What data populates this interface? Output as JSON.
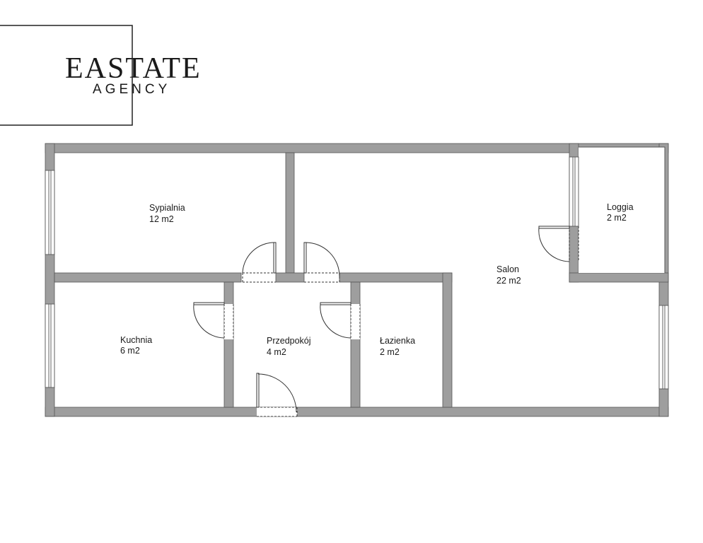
{
  "logo": {
    "name": "EASTATE",
    "subtitle": "AGENCY"
  },
  "rooms": [
    {
      "id": "sypialnia",
      "name": "Sypialnia",
      "area": "12 m2"
    },
    {
      "id": "loggia",
      "name": "Loggia",
      "area": "2 m2"
    },
    {
      "id": "salon",
      "name": "Salon",
      "area": "22 m2"
    },
    {
      "id": "kuchnia",
      "name": "Kuchnia",
      "area": "6 m2"
    },
    {
      "id": "przedpokoj",
      "name": "Przedpokój",
      "area": "4 m2"
    },
    {
      "id": "lazienka",
      "name": "Łazienka",
      "area": "2 m2"
    }
  ],
  "colors": {
    "wall": "#9e9e9e",
    "line": "#333333",
    "text": "#1a1a1a"
  }
}
